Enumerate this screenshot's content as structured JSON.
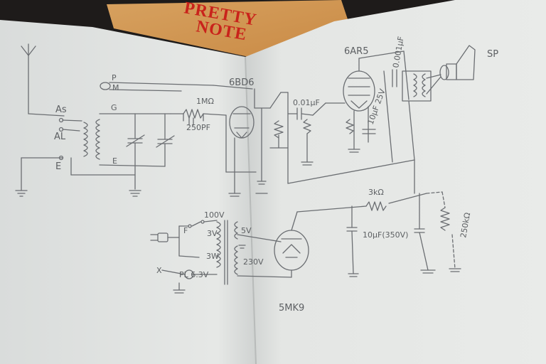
{
  "notebook": {
    "cover_title_line1": "PRETTY",
    "cover_title_line2": "NOTE"
  },
  "schematic": {
    "antenna_terminals": {
      "as": "As",
      "al": "AL",
      "e": "E"
    },
    "coil_labels": {
      "p": "P",
      "m": "M",
      "g": "G",
      "e": "E"
    },
    "tubes": {
      "detector": "6BD6",
      "output": "6AR5",
      "rectifier": "5MK9"
    },
    "speaker": "SP",
    "components": {
      "grid_resistor": "1MΩ",
      "grid_capacitor": "250PF",
      "coupling_capacitor": "0.01μF",
      "plate_capacitor": "0.001μF",
      "cathode_capacitor": "10μF 25V",
      "filter_resistor": "3kΩ",
      "filter_capacitor": "10μF(350V)",
      "bleeder_resistor": "250kΩ"
    },
    "power_transformer": {
      "tap_100v": "100V",
      "tap_3v": "3V",
      "secondary_5v": "5V",
      "secondary_230v": "230V",
      "tap_3w": "3W",
      "pilot_lamp": "PL 6.3V",
      "fuse": "F",
      "x_terminal": "X"
    }
  }
}
